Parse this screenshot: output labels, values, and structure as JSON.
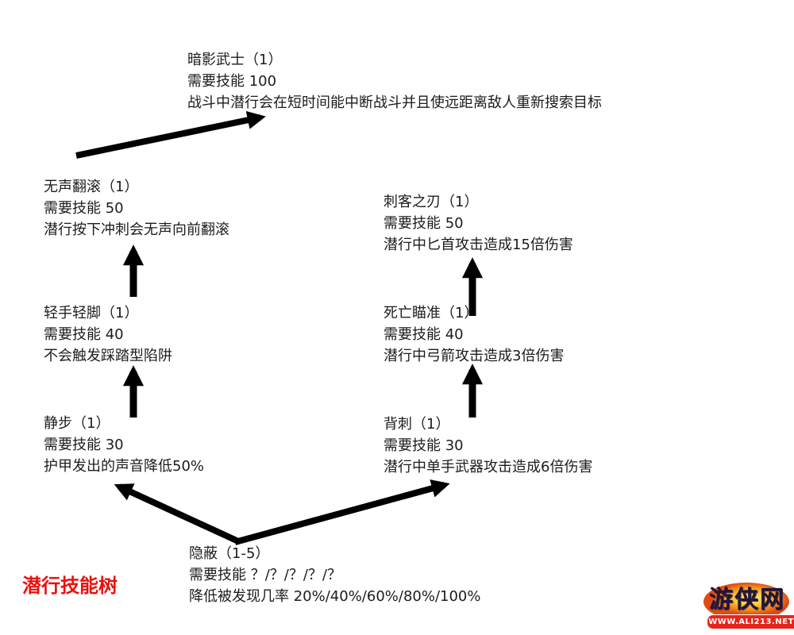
{
  "title": {
    "label": "潜行技能树",
    "color": "#e8120f"
  },
  "skills": [
    {
      "id": "shadow-warrior",
      "name": "暗影武士（1）",
      "requirement": "需要技能 100",
      "description": "战斗中潜行会在短时间能中断战斗并且使远距离敌人重新搜索目标"
    },
    {
      "id": "silent-roll",
      "name": "无声翻滚（1）",
      "requirement": "需要技能 50",
      "description": "潜行按下冲刺会无声向前翻滚"
    },
    {
      "id": "assassins-blade",
      "name": "刺客之刃（1）",
      "requirement": "需要技能 50",
      "description": "潜行中匕首攻击造成15倍伤害"
    },
    {
      "id": "light-foot",
      "name": "轻手轻脚（1）",
      "requirement": "需要技能 40",
      "description": "不会触发踩踏型陷阱"
    },
    {
      "id": "deadly-aim",
      "name": "死亡瞄准（1）",
      "requirement": "需要技能 40",
      "description": "潜行中弓箭攻击造成3倍伤害"
    },
    {
      "id": "muffled-movement",
      "name": "静步（1）",
      "requirement": "需要技能 30",
      "description": "护甲发出的声音降低50%"
    },
    {
      "id": "backstab",
      "name": "背刺（1）",
      "requirement": "需要技能 30",
      "description": "潜行中单手武器攻击造成6倍伤害"
    },
    {
      "id": "stealth",
      "name": "隐蔽（1-5）",
      "requirement": "需要技能 ？/？/？/？/？",
      "description": "降低被发现几率 20%/40%/60%/80%/100%"
    }
  ],
  "edges": [
    {
      "from": "silent-roll",
      "to": "shadow-warrior"
    },
    {
      "from": "light-foot",
      "to": "silent-roll"
    },
    {
      "from": "muffled-movement",
      "to": "light-foot"
    },
    {
      "from": "deadly-aim",
      "to": "assassins-blade"
    },
    {
      "from": "backstab",
      "to": "deadly-aim"
    },
    {
      "from": "stealth",
      "to": "muffled-movement"
    },
    {
      "from": "stealth",
      "to": "backstab"
    }
  ],
  "watermark": {
    "site_name": "游侠网",
    "url": "WWW.ALI213.NET"
  }
}
